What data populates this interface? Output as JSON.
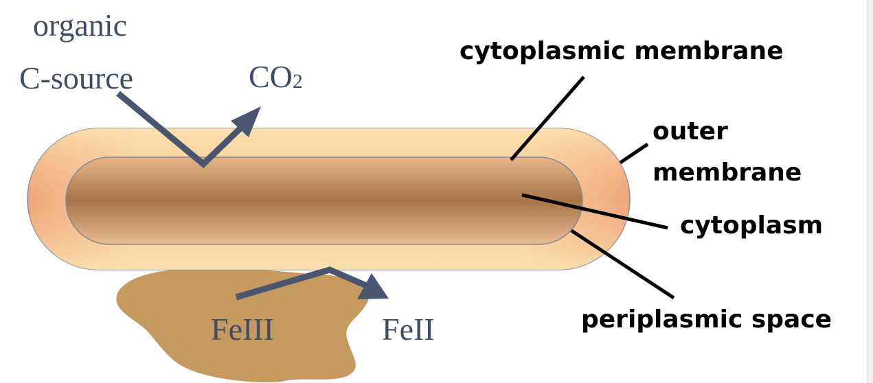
{
  "labels": {
    "organic_line1": "organic",
    "organic_line2": "C-source",
    "co2_main": "CO",
    "co2_sub": "2",
    "fe3": "FeIII",
    "fe2": "FeII",
    "cytoplasmic_membrane": "cytoplasmic membrane",
    "outer_line1": "outer",
    "outer_line2": "membrane",
    "cytoplasm": "cytoplasm",
    "periplasmic_space": "periplasmic space"
  },
  "colors": {
    "arrow": "#4a5670",
    "outer_cell": "#f5b98a",
    "cytoplasm_core": "#a8744a",
    "mineral": "#c69a5e",
    "serif_text": "#3f4d66",
    "label_text": "#000000"
  }
}
